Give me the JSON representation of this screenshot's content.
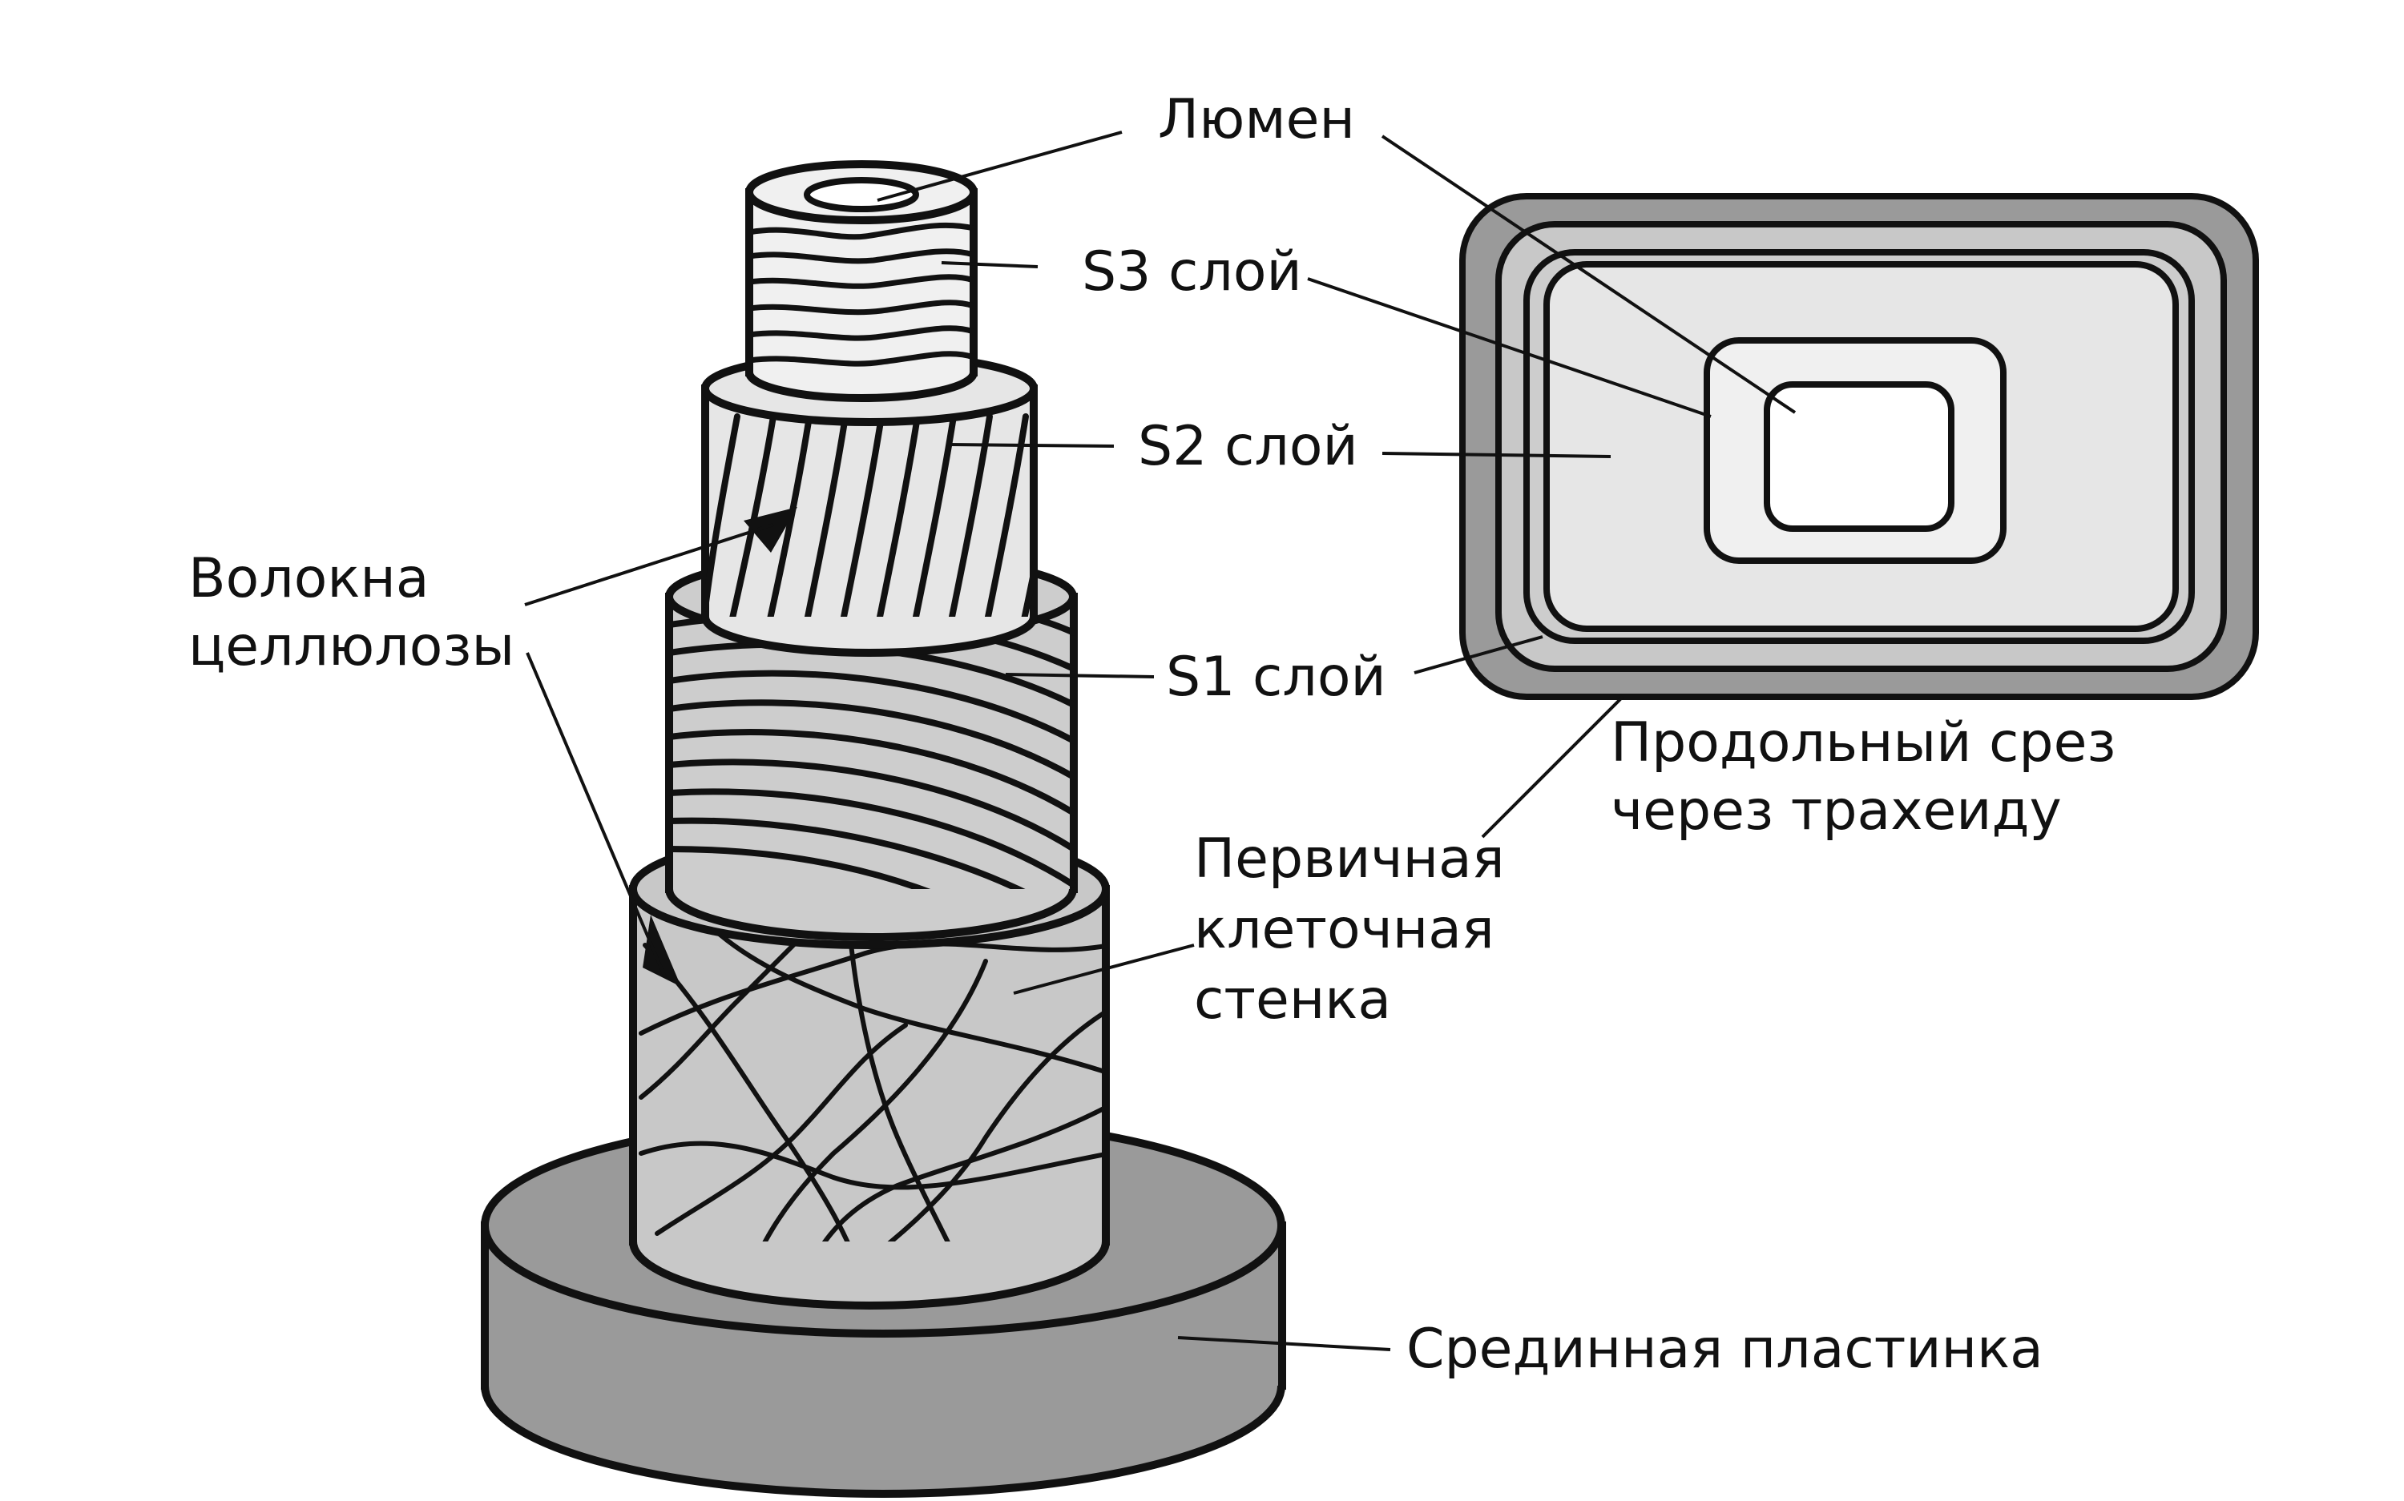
{
  "labels": {
    "lumen": "Люмен",
    "s3": "S3 слой",
    "s2": "S2 слой",
    "s1": "S1 слой",
    "fibers_line1": "Волокна",
    "fibers_line2": "целлюлозы",
    "primary_line1": "Первичная",
    "primary_line2": "клеточная",
    "primary_line3": "стенка",
    "middle_lamella": "Срединная пластинка",
    "section_line1": "Продольный срез",
    "section_line2": "через трахеиду"
  },
  "colors": {
    "outline": "#111111",
    "middle_lamella": "#9a9a9a",
    "primary_wall": "#c8c8c8",
    "s1": "#cdcdcd",
    "s2": "#e6e6e6",
    "s3": "#f0f0f0",
    "lumen": "#ffffff",
    "background": "#ffffff"
  }
}
